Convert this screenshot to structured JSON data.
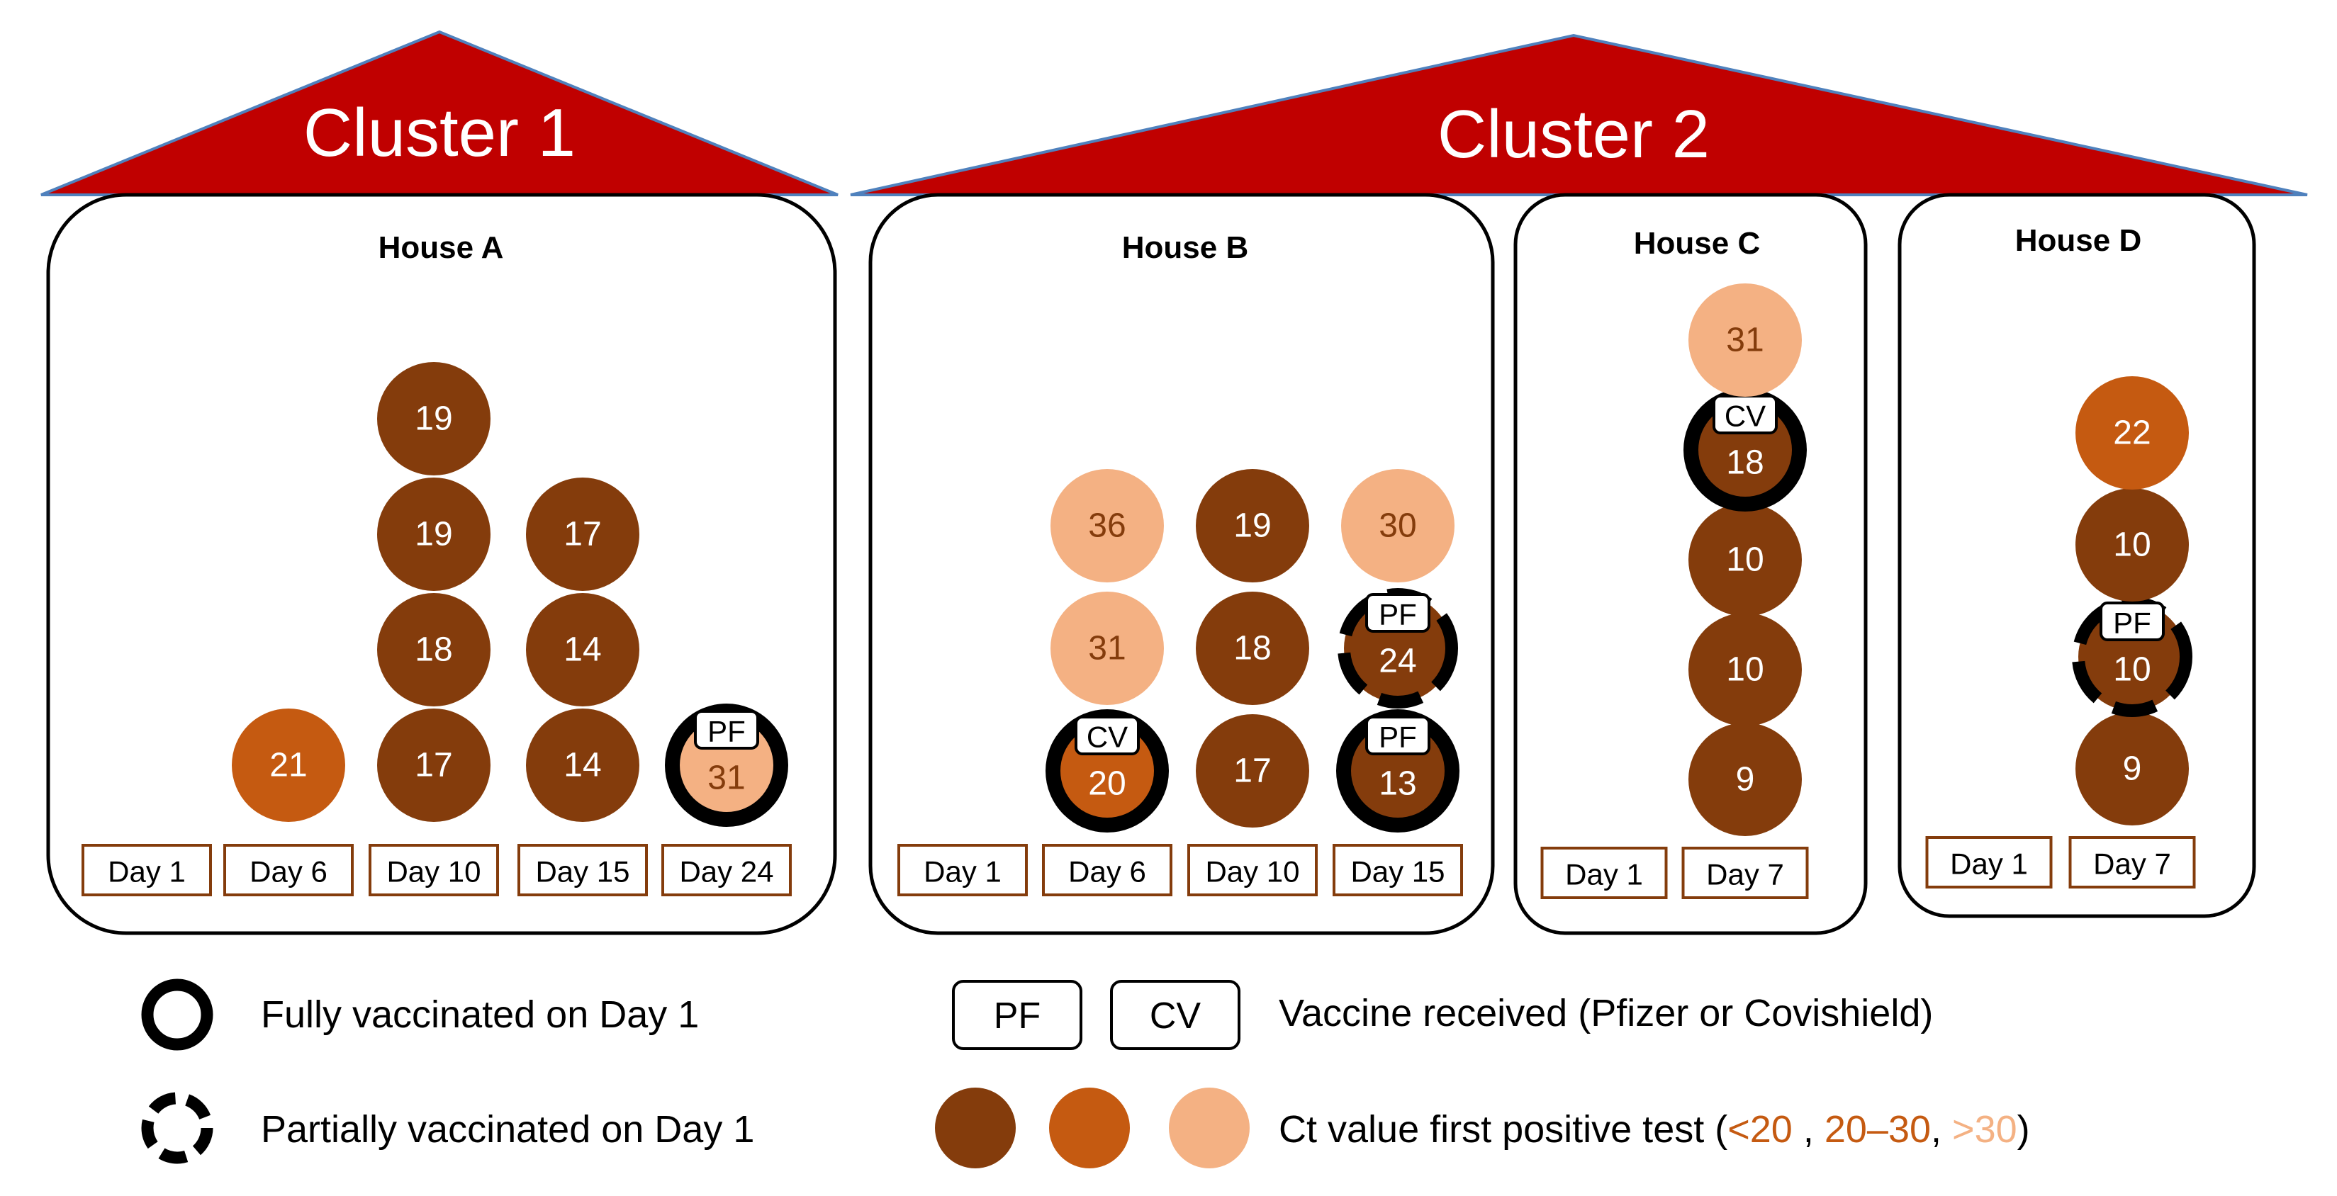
{
  "clusters": [
    {
      "label": "Cluster 1"
    },
    {
      "label": "Cluster 2"
    }
  ],
  "houses": [
    {
      "name": "House A",
      "days": [
        "Day 1",
        "Day 6",
        "Day 10",
        "Day 15",
        "Day 24"
      ],
      "cases": [
        {
          "day_index": 1,
          "stack": 0,
          "ct": "21",
          "band": "mid",
          "vax": "none",
          "tag": ""
        },
        {
          "day_index": 2,
          "stack": 0,
          "ct": "17",
          "band": "low",
          "vax": "none",
          "tag": ""
        },
        {
          "day_index": 2,
          "stack": 1,
          "ct": "18",
          "band": "low",
          "vax": "none",
          "tag": ""
        },
        {
          "day_index": 2,
          "stack": 2,
          "ct": "19",
          "band": "low",
          "vax": "none",
          "tag": ""
        },
        {
          "day_index": 2,
          "stack": 3,
          "ct": "19",
          "band": "low",
          "vax": "none",
          "tag": ""
        },
        {
          "day_index": 3,
          "stack": 0,
          "ct": "14",
          "band": "low",
          "vax": "none",
          "tag": ""
        },
        {
          "day_index": 3,
          "stack": 1,
          "ct": "14",
          "band": "low",
          "vax": "none",
          "tag": ""
        },
        {
          "day_index": 3,
          "stack": 2,
          "ct": "17",
          "band": "low",
          "vax": "none",
          "tag": ""
        },
        {
          "day_index": 4,
          "stack": 0,
          "ct": "31",
          "band": "high",
          "vax": "full",
          "tag": "PF"
        }
      ]
    },
    {
      "name": "House B",
      "days": [
        "Day 1",
        "Day 6",
        "Day 10",
        "Day 15"
      ],
      "cases": [
        {
          "day_index": 1,
          "stack": 0,
          "ct": "20",
          "band": "mid",
          "vax": "full",
          "tag": "CV"
        },
        {
          "day_index": 1,
          "stack": 1,
          "ct": "31",
          "band": "high",
          "vax": "none",
          "tag": ""
        },
        {
          "day_index": 1,
          "stack": 2,
          "ct": "36",
          "band": "high",
          "vax": "none",
          "tag": ""
        },
        {
          "day_index": 2,
          "stack": 0,
          "ct": "17",
          "band": "low",
          "vax": "none",
          "tag": ""
        },
        {
          "day_index": 2,
          "stack": 1,
          "ct": "18",
          "band": "low",
          "vax": "none",
          "tag": ""
        },
        {
          "day_index": 2,
          "stack": 2,
          "ct": "19",
          "band": "low",
          "vax": "none",
          "tag": ""
        },
        {
          "day_index": 3,
          "stack": 0,
          "ct": "13",
          "band": "low",
          "vax": "full",
          "tag": "PF"
        },
        {
          "day_index": 3,
          "stack": 1,
          "ct": "24",
          "band": "low",
          "vax": "partial",
          "tag": "PF"
        },
        {
          "day_index": 3,
          "stack": 2,
          "ct": "30",
          "band": "high",
          "vax": "none",
          "tag": ""
        }
      ]
    },
    {
      "name": "House C",
      "days": [
        "Day 1",
        "Day 7"
      ],
      "cases": [
        {
          "day_index": 1,
          "stack": 0,
          "ct": "9",
          "band": "low",
          "vax": "none",
          "tag": ""
        },
        {
          "day_index": 1,
          "stack": 1,
          "ct": "10",
          "band": "low",
          "vax": "none",
          "tag": ""
        },
        {
          "day_index": 1,
          "stack": 2,
          "ct": "10",
          "band": "low",
          "vax": "none",
          "tag": ""
        },
        {
          "day_index": 1,
          "stack": 3,
          "ct": "18",
          "band": "low",
          "vax": "full",
          "tag": "CV"
        },
        {
          "day_index": 1,
          "stack": 4,
          "ct": "31",
          "band": "high",
          "vax": "none",
          "tag": ""
        }
      ]
    },
    {
      "name": "House D",
      "days": [
        "Day 1",
        "Day 7"
      ],
      "cases": [
        {
          "day_index": 1,
          "stack": 0,
          "ct": "9",
          "band": "low",
          "vax": "none",
          "tag": ""
        },
        {
          "day_index": 1,
          "stack": 1,
          "ct": "10",
          "band": "low",
          "vax": "partial",
          "tag": "PF"
        },
        {
          "day_index": 1,
          "stack": 2,
          "ct": "10",
          "band": "low",
          "vax": "none",
          "tag": ""
        },
        {
          "day_index": 1,
          "stack": 3,
          "ct": "22",
          "band": "mid",
          "vax": "none",
          "tag": ""
        }
      ]
    }
  ],
  "legend": {
    "full_label": "Fully vaccinated on Day 1",
    "partial_label": "Partially vaccinated on Day 1",
    "tag_pf": "PF",
    "tag_cv": "CV",
    "vaccine_label": "Vaccine received (Pfizer or Covishield)",
    "ct_prefix": "Ct value first positive test (",
    "ct_low": "<20",
    "ct_sep1": " , ",
    "ct_mid": "20–30",
    "ct_sep2": ", ",
    "ct_high": ">30",
    "ct_suffix": ")"
  },
  "colors": {
    "roof": "#c00000",
    "roof_edge": "#4f81bd",
    "ct_low": "#843c0c",
    "ct_mid": "#c55a11",
    "ct_high": "#f4b183",
    "ct_high_text": "#843c0c",
    "day_box_border": "#843c0c",
    "ring": "#000000",
    "legend_mid_text": "#c55a11",
    "legend_high_text": "#f4b183"
  }
}
